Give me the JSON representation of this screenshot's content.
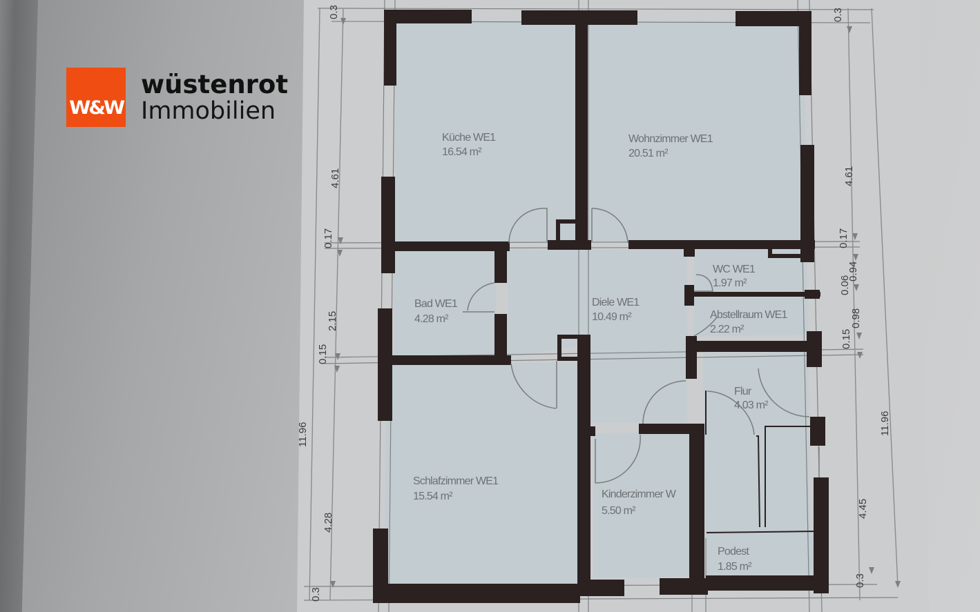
{
  "branding": {
    "logo_mark": "W&W",
    "brand_name": "wüstenrot",
    "brand_sub": "Immobilien",
    "brand_color": "#f04d12"
  },
  "floor_plan": {
    "unit": "WE1",
    "rooms": [
      {
        "id": "kueche",
        "name": "Küche WE1",
        "area": "16.54 m²"
      },
      {
        "id": "wohnzimmer",
        "name": "Wohnzimmer WE1",
        "area": "20.51 m²"
      },
      {
        "id": "bad",
        "name": "Bad WE1",
        "area": "4.28 m²"
      },
      {
        "id": "diele",
        "name": "Diele WE1",
        "area": "10.49 m²"
      },
      {
        "id": "wc",
        "name": "WC WE1",
        "area": "1.97 m²"
      },
      {
        "id": "abstellraum",
        "name": "Abstellraum WE1",
        "area": "2.22 m²"
      },
      {
        "id": "flur",
        "name": "Flur",
        "area": "4.03 m²"
      },
      {
        "id": "schlafzimmer",
        "name": "Schlafzimmer WE1",
        "area": "15.54 m²"
      },
      {
        "id": "kinderzimmer",
        "name": "Kinderzimmer W",
        "area": "5.50 m²"
      },
      {
        "id": "podest",
        "name": "Podest",
        "area": "1.85 m²"
      }
    ],
    "dimensions_left": {
      "total": "11.96",
      "segments": [
        "0.3",
        "4.61",
        "0.17",
        "2.15",
        "0.15",
        "4.28",
        "0.3"
      ]
    },
    "dimensions_right": {
      "total": "11.96",
      "segments": [
        "0.3",
        "4.61",
        "0.17",
        "0.94",
        "0.06",
        "0.98",
        "0.15",
        "4.45",
        "0.3"
      ]
    },
    "colors": {
      "wall": "#2a2120",
      "room_fill": "#c3ccd0",
      "paper": "#cfd1d2"
    }
  }
}
